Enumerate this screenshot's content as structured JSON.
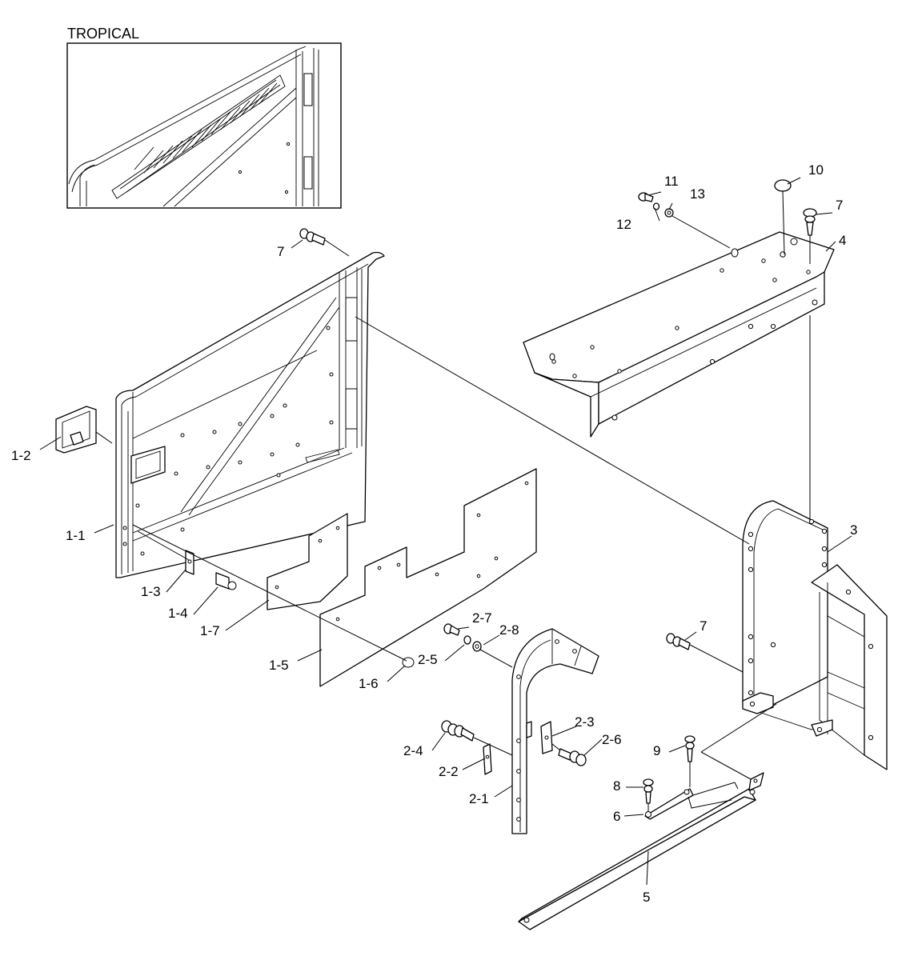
{
  "inset": {
    "title": "TROPICAL"
  },
  "callouts": {
    "c_1_1": "1-1",
    "c_1_2": "1-2",
    "c_1_3": "1-3",
    "c_1_4": "1-4",
    "c_1_5": "1-5",
    "c_1_6": "1-6",
    "c_1_7": "1-7",
    "c_2_1": "2-1",
    "c_2_2": "2-2",
    "c_2_3": "2-3",
    "c_2_4": "2-4",
    "c_2_5": "2-5",
    "c_2_6": "2-6",
    "c_2_7": "2-7",
    "c_2_8": "2-8",
    "c_3": "3",
    "c_4": "4",
    "c_5": "5",
    "c_6": "6",
    "c_7_top": "7",
    "c_7_right": "7",
    "c_7_mid": "7",
    "c_8": "8",
    "c_9": "9",
    "c_10": "10",
    "c_11": "11",
    "c_12": "12",
    "c_13": "13"
  },
  "colors": {
    "line": "#000000",
    "background": "#ffffff"
  }
}
